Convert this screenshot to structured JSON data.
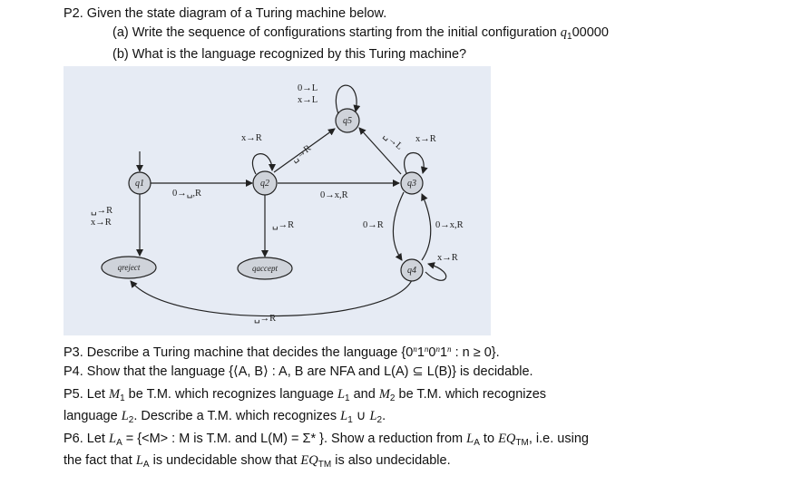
{
  "p2": {
    "title": "P2. Given the state diagram of a Turing machine below.",
    "a_text": "(a) Write the sequence of configurations starting from the initial configuration",
    "a_config_q": "q",
    "a_config_sub": "1",
    "a_config_input": "00000",
    "b_text": "(b) What is the language recognized by this Turing machine?"
  },
  "diagram": {
    "background": "#e6ebf4",
    "states": {
      "q1": "q1",
      "q2": "q2",
      "q3": "q3",
      "q4": "q4",
      "q5": "q5",
      "reject": "qreject",
      "accept": "qaccept"
    },
    "labels": {
      "q1_q2": "0→␣,R",
      "q1_loop_a": "␣→R",
      "q1_loop_b": "x→R",
      "q2_loop": "x→R",
      "q2_q5": "␣→R",
      "q2_q3": "0→x,R",
      "q2_accept": "␣→R",
      "q5_loop_a": "0→L",
      "q5_loop_b": "x→L",
      "q3_q5": "␣→L",
      "q3_loop": "x→R",
      "q3_q4": "0→R",
      "q4_q3": "0→x,R",
      "q4_loop": "x→R",
      "q4_reject": "␣→R"
    }
  },
  "p3": {
    "text_before": "P3. Describe a Turing machine that decides the language {0",
    "sup1": "n",
    "mid1": "1",
    "sup2": "n",
    "mid2": "0",
    "sup3": "n",
    "mid3": "1",
    "sup4": "n",
    "text_after": " : n ≥ 0}."
  },
  "p4": {
    "text": "P4. Show that the language {⟨A, B⟩ : A, B are NFA and L(A) ⊆ L(B)} is decidable."
  },
  "p5": {
    "t1": "P5. Let ",
    "m1": "M",
    "m1s": "1",
    "t2": " be T.M. which recognizes language ",
    "l1": "L",
    "l1s": "1",
    "t3": " and ",
    "m2": "M",
    "m2s": "2",
    "t4": " be T.M. which recognizes",
    "t5": "language ",
    "l2": "L",
    "l2s": "2",
    "t6": ". Describe a T.M. which recognizes ",
    "u1": "L",
    "u1s": "1",
    "u_op": " ∪ ",
    "u2": "L",
    "u2s": "2",
    "t7": "."
  },
  "p6": {
    "t1": "P6. Let ",
    "la": "L",
    "las": "A",
    "t2": " = {<M> : M is T.M. and L(M) = Σ* }. Show a reduction from ",
    "la2": "L",
    "la2s": "A",
    "t3": " to ",
    "eq": "EQ",
    "eqs": "TM",
    "t4": ", i.e. using",
    "t5": "the fact that ",
    "la3": "L",
    "la3s": "A",
    "t6": " is undecidable show that ",
    "eq2": "EQ",
    "eq2s": "TM",
    "t7": " is also undecidable."
  }
}
